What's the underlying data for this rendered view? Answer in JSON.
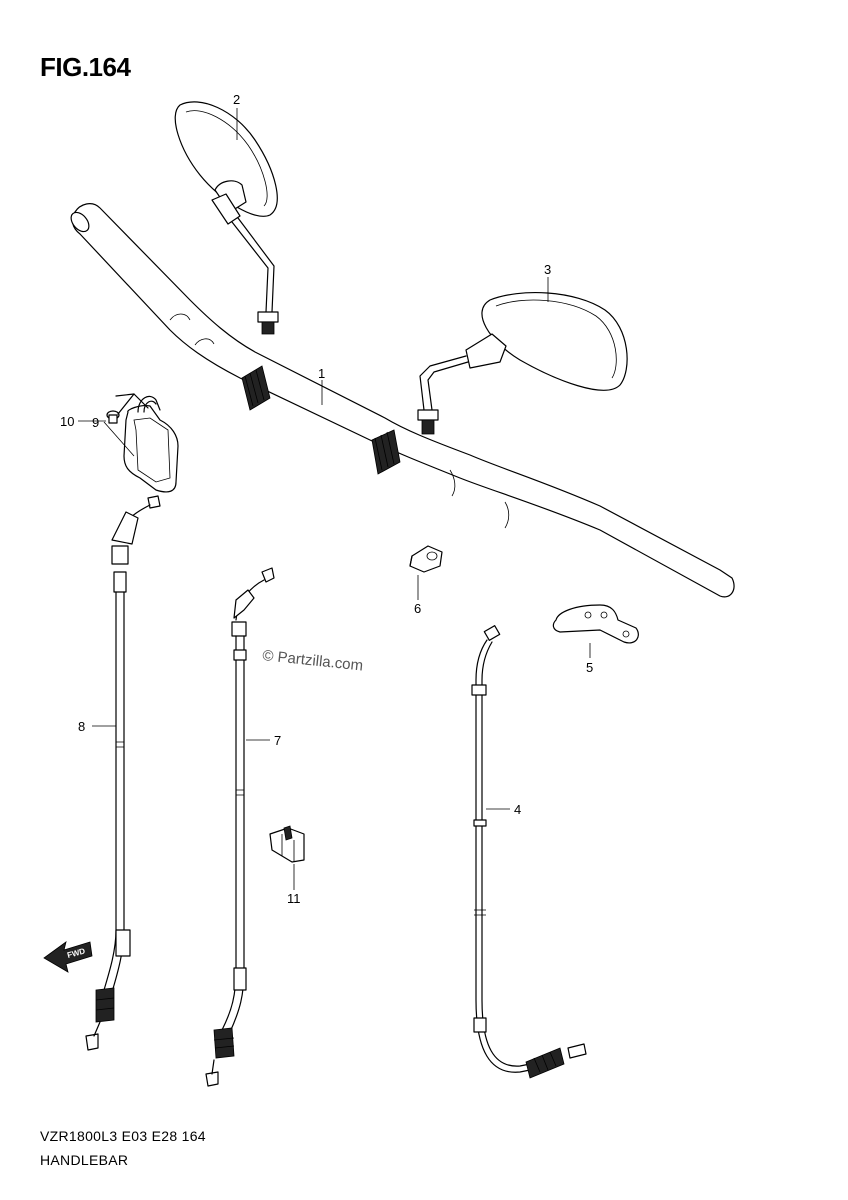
{
  "figure": {
    "title": "FIG.164",
    "model_code": "VZR1800L3  E03  E28  164",
    "assembly_name": "HANDLEBAR",
    "watermark": "© Partzilla.com",
    "direction_marker": "FWD"
  },
  "callouts": [
    "1",
    "2",
    "3",
    "4",
    "5",
    "6",
    "7",
    "8",
    "9",
    "10",
    "11"
  ]
}
